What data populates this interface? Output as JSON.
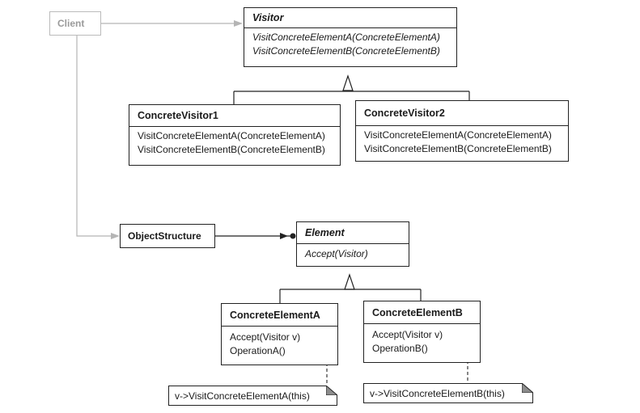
{
  "client": {
    "label": "Client"
  },
  "visitor": {
    "name": "Visitor",
    "operations": [
      "VisitConcreteElementA(ConcreteElementA)",
      "VisitConcreteElementB(ConcreteElementB)"
    ]
  },
  "concrete_visitor_1": {
    "name": "ConcreteVisitor1",
    "operations": [
      "VisitConcreteElementA(ConcreteElementA)",
      "VisitConcreteElementB(ConcreteElementB)"
    ]
  },
  "concrete_visitor_2": {
    "name": "ConcreteVisitor2",
    "operations": [
      "VisitConcreteElementA(ConcreteElementA)",
      "VisitConcreteElementB(ConcreteElementB)"
    ]
  },
  "object_structure": {
    "name": "ObjectStructure"
  },
  "element": {
    "name": "Element",
    "operations": [
      "Accept(Visitor)"
    ]
  },
  "concrete_element_a": {
    "name": "ConcreteElementA",
    "operations": [
      "Accept(Visitor v)",
      "OperationA()"
    ]
  },
  "concrete_element_b": {
    "name": "ConcreteElementB",
    "operations": [
      "Accept(Visitor v)",
      "OperationB()"
    ]
  },
  "note_a": {
    "text": "v->VisitConcreteElementA(this)"
  },
  "note_b": {
    "text": "v->VisitConcreteElementB(this)"
  }
}
